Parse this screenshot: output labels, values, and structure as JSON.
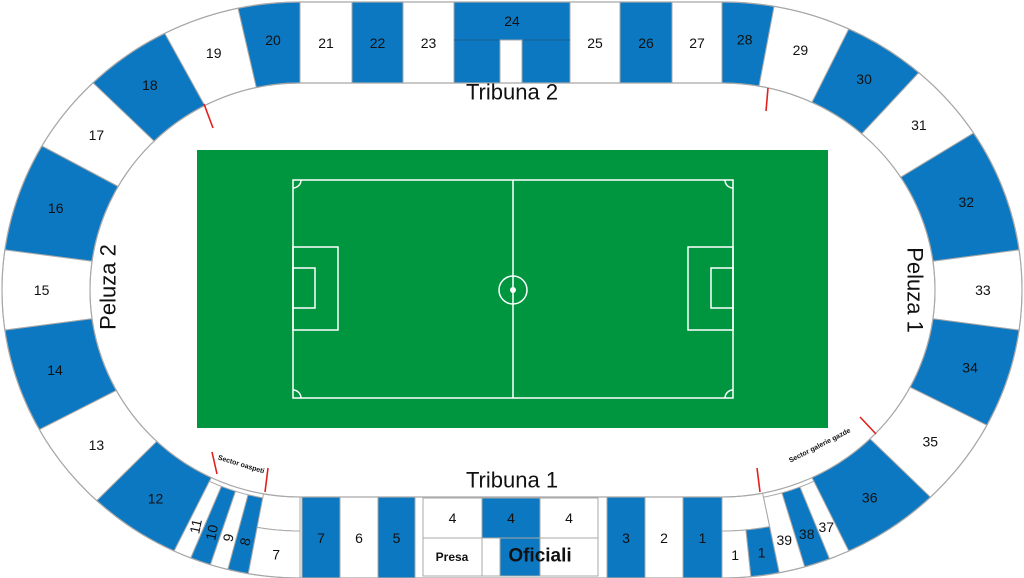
{
  "labels": {
    "tribuna_2": "Tribuna 2",
    "tribuna_1": "Tribuna 1",
    "peluza_1": "Peluza 1",
    "peluza_2": "Peluza 2",
    "sector_oaspeti": "Sector oaspeti",
    "sector_galerie_gazde": "Sector galerie gazde",
    "presa": "Presa",
    "oficiali": "Oficiali"
  },
  "colors": {
    "blue": "#0b78c1",
    "white": "#ffffff",
    "field": "#009640",
    "divider": "#e3201b",
    "outline": "#a8a8a8"
  },
  "sectors": {
    "s20": {
      "label": "20",
      "fill": "blue"
    },
    "s21": {
      "label": "21",
      "fill": "white"
    },
    "s22": {
      "label": "22",
      "fill": "blue"
    },
    "s23": {
      "label": "23",
      "fill": "white"
    },
    "s24": {
      "label": "24",
      "fill": "blue"
    },
    "s25": {
      "label": "25",
      "fill": "white"
    },
    "s26": {
      "label": "26",
      "fill": "blue"
    },
    "s27": {
      "label": "27",
      "fill": "white"
    },
    "s28": {
      "label": "28",
      "fill": "blue"
    },
    "s29": {
      "label": "29",
      "fill": "white"
    },
    "s30": {
      "label": "30",
      "fill": "blue"
    },
    "s31": {
      "label": "31",
      "fill": "white"
    },
    "s32": {
      "label": "32",
      "fill": "blue"
    },
    "s33": {
      "label": "33",
      "fill": "white"
    },
    "s34": {
      "label": "34",
      "fill": "blue"
    },
    "s35": {
      "label": "35",
      "fill": "white"
    },
    "s36": {
      "label": "36",
      "fill": "blue"
    },
    "s37": {
      "label": "37",
      "fill": "white"
    },
    "s38": {
      "label": "38",
      "fill": "blue"
    },
    "s39": {
      "label": "39",
      "fill": "white"
    },
    "s19": {
      "label": "19",
      "fill": "white"
    },
    "s18": {
      "label": "18",
      "fill": "blue"
    },
    "s17": {
      "label": "17",
      "fill": "white"
    },
    "s16": {
      "label": "16",
      "fill": "blue"
    },
    "s15": {
      "label": "15",
      "fill": "white"
    },
    "s14": {
      "label": "14",
      "fill": "blue"
    },
    "s13": {
      "label": "13",
      "fill": "white"
    },
    "s12": {
      "label": "12",
      "fill": "blue"
    },
    "s11": {
      "label": "11",
      "fill": "white"
    },
    "s10": {
      "label": "10",
      "fill": "blue"
    },
    "s9": {
      "label": "9",
      "fill": "white"
    },
    "s8": {
      "label": "8",
      "fill": "blue"
    },
    "s7_side": {
      "label": "7",
      "fill": "white"
    },
    "s7": {
      "label": "7",
      "fill": "blue"
    },
    "s6": {
      "label": "6",
      "fill": "white"
    },
    "s5": {
      "label": "5",
      "fill": "blue"
    },
    "s4_left": {
      "label": "4",
      "fill": "white"
    },
    "s4_mid": {
      "label": "4",
      "fill": "blue"
    },
    "s4_right": {
      "label": "4",
      "fill": "white"
    },
    "s3": {
      "label": "3",
      "fill": "blue"
    },
    "s2": {
      "label": "2",
      "fill": "white"
    },
    "s1": {
      "label": "1",
      "fill": "blue"
    },
    "s1_side_white": {
      "label": "1",
      "fill": "white"
    },
    "s1_side_blue": {
      "label": "1",
      "fill": "blue"
    }
  }
}
